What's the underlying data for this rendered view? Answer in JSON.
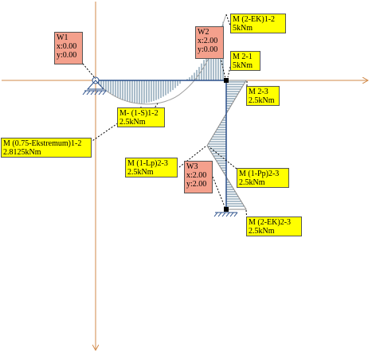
{
  "colors": {
    "axis": "#d08a4a",
    "hatch": "#2c5a7a",
    "curve": "#a0a0a0",
    "frame": "#2a4f8a",
    "label_moment": "#ffff00",
    "label_node": "#f4a08c"
  },
  "nodes": [
    {
      "id": "W1",
      "name": "W1",
      "x": "x:0.00",
      "y": "y:0.00"
    },
    {
      "id": "W2",
      "name": "W2",
      "x": "x:2.00",
      "y": "y:0.00"
    },
    {
      "id": "W3",
      "name": "W3",
      "x": "x:2.00",
      "y": "y:2.00"
    }
  ],
  "moments": [
    {
      "id": "m12ek",
      "name": "M (2-EK)1-2",
      "value": "5kNm"
    },
    {
      "id": "m21",
      "name": "M 2-1",
      "value": "5kNm"
    },
    {
      "id": "m23",
      "name": "M 2-3",
      "value": "2.5kNm"
    },
    {
      "id": "m1s",
      "name": "M- (1-S)1-2",
      "value": "2.5kNm"
    },
    {
      "id": "mext",
      "name": "M (0.75-Ekstremum)1-2",
      "value": "2.8125kNm"
    },
    {
      "id": "mlp",
      "name": "M (1-Lp)2-3",
      "value": "2.5kNm"
    },
    {
      "id": "mpp",
      "name": "M (1-Pp)2-3",
      "value": "2.5kNm"
    },
    {
      "id": "m23ek",
      "name": "M (2-EK)2-3",
      "value": "2.5kNm"
    }
  ]
}
